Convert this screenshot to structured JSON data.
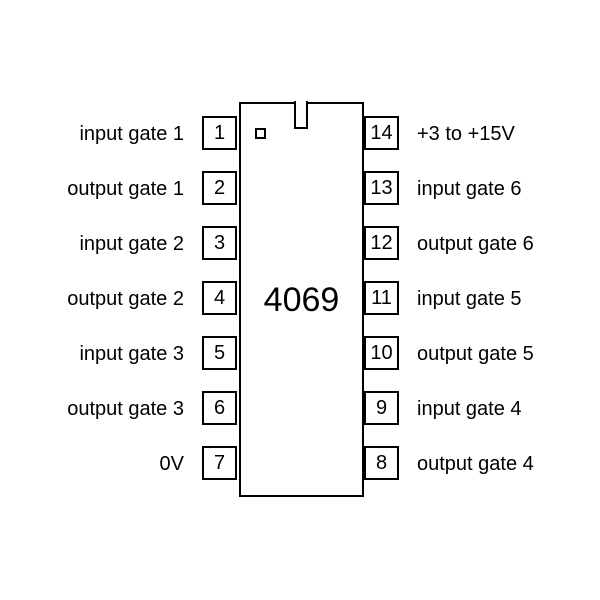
{
  "chip": {
    "name": "4069"
  },
  "pins_left": [
    {
      "number": "1",
      "label": "input gate 1"
    },
    {
      "number": "2",
      "label": "output gate 1"
    },
    {
      "number": "3",
      "label": "input gate 2"
    },
    {
      "number": "4",
      "label": "output gate 2"
    },
    {
      "number": "5",
      "label": "input gate 3"
    },
    {
      "number": "6",
      "label": "output gate 3"
    },
    {
      "number": "7",
      "label": "0V"
    }
  ],
  "pins_right": [
    {
      "number": "14",
      "label": "+3 to +15V"
    },
    {
      "number": "13",
      "label": "input gate 6"
    },
    {
      "number": "12",
      "label": "output gate 6"
    },
    {
      "number": "11",
      "label": "input gate 5"
    },
    {
      "number": "10",
      "label": "output gate 5"
    },
    {
      "number": "9",
      "label": "input gate 4"
    },
    {
      "number": "8",
      "label": "output gate 4"
    }
  ]
}
